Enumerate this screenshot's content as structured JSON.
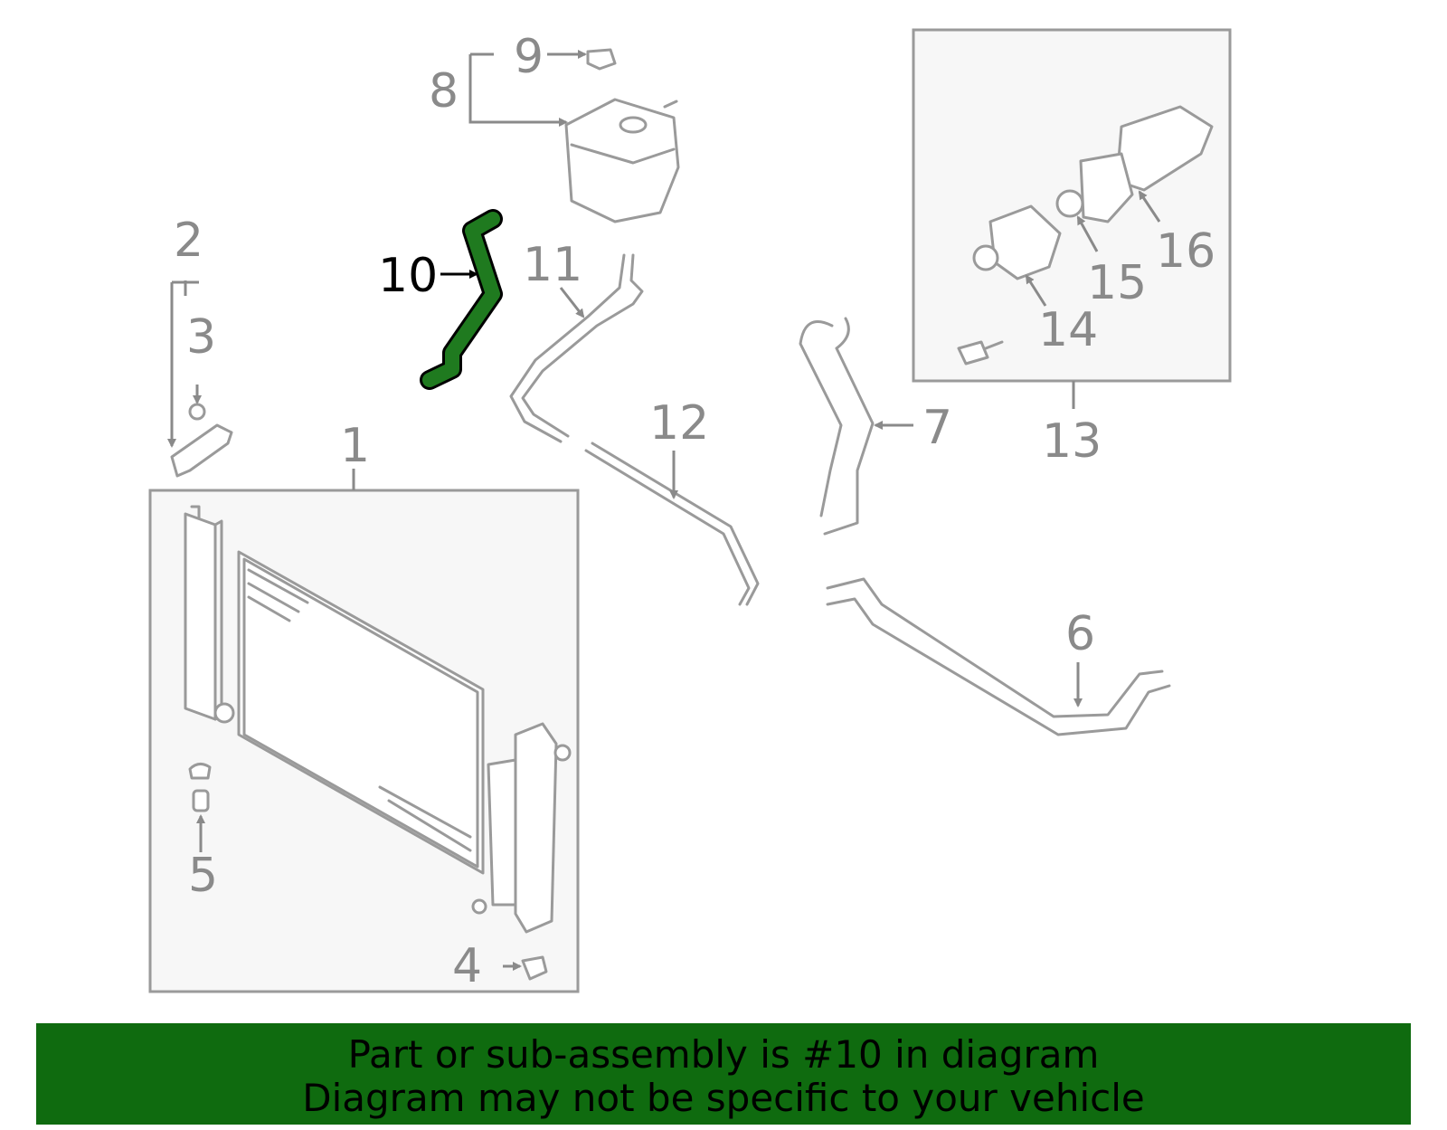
{
  "callouts": {
    "c1": "1",
    "c2": "2",
    "c3": "3",
    "c4": "4",
    "c5": "5",
    "c6": "6",
    "c7": "7",
    "c8": "8",
    "c9": "9",
    "c10": "10",
    "c11": "11",
    "c12": "12",
    "c13": "13",
    "c14": "14",
    "c15": "15",
    "c16": "16"
  },
  "highlight_part": "10",
  "colors": {
    "highlight": "#1f7a1f",
    "banner": "#0f6b0f",
    "line": "#9a9a9a"
  },
  "banner": {
    "line1": "Part or sub-assembly is #10 in diagram",
    "line2": "Diagram may not be specific to your vehicle"
  }
}
